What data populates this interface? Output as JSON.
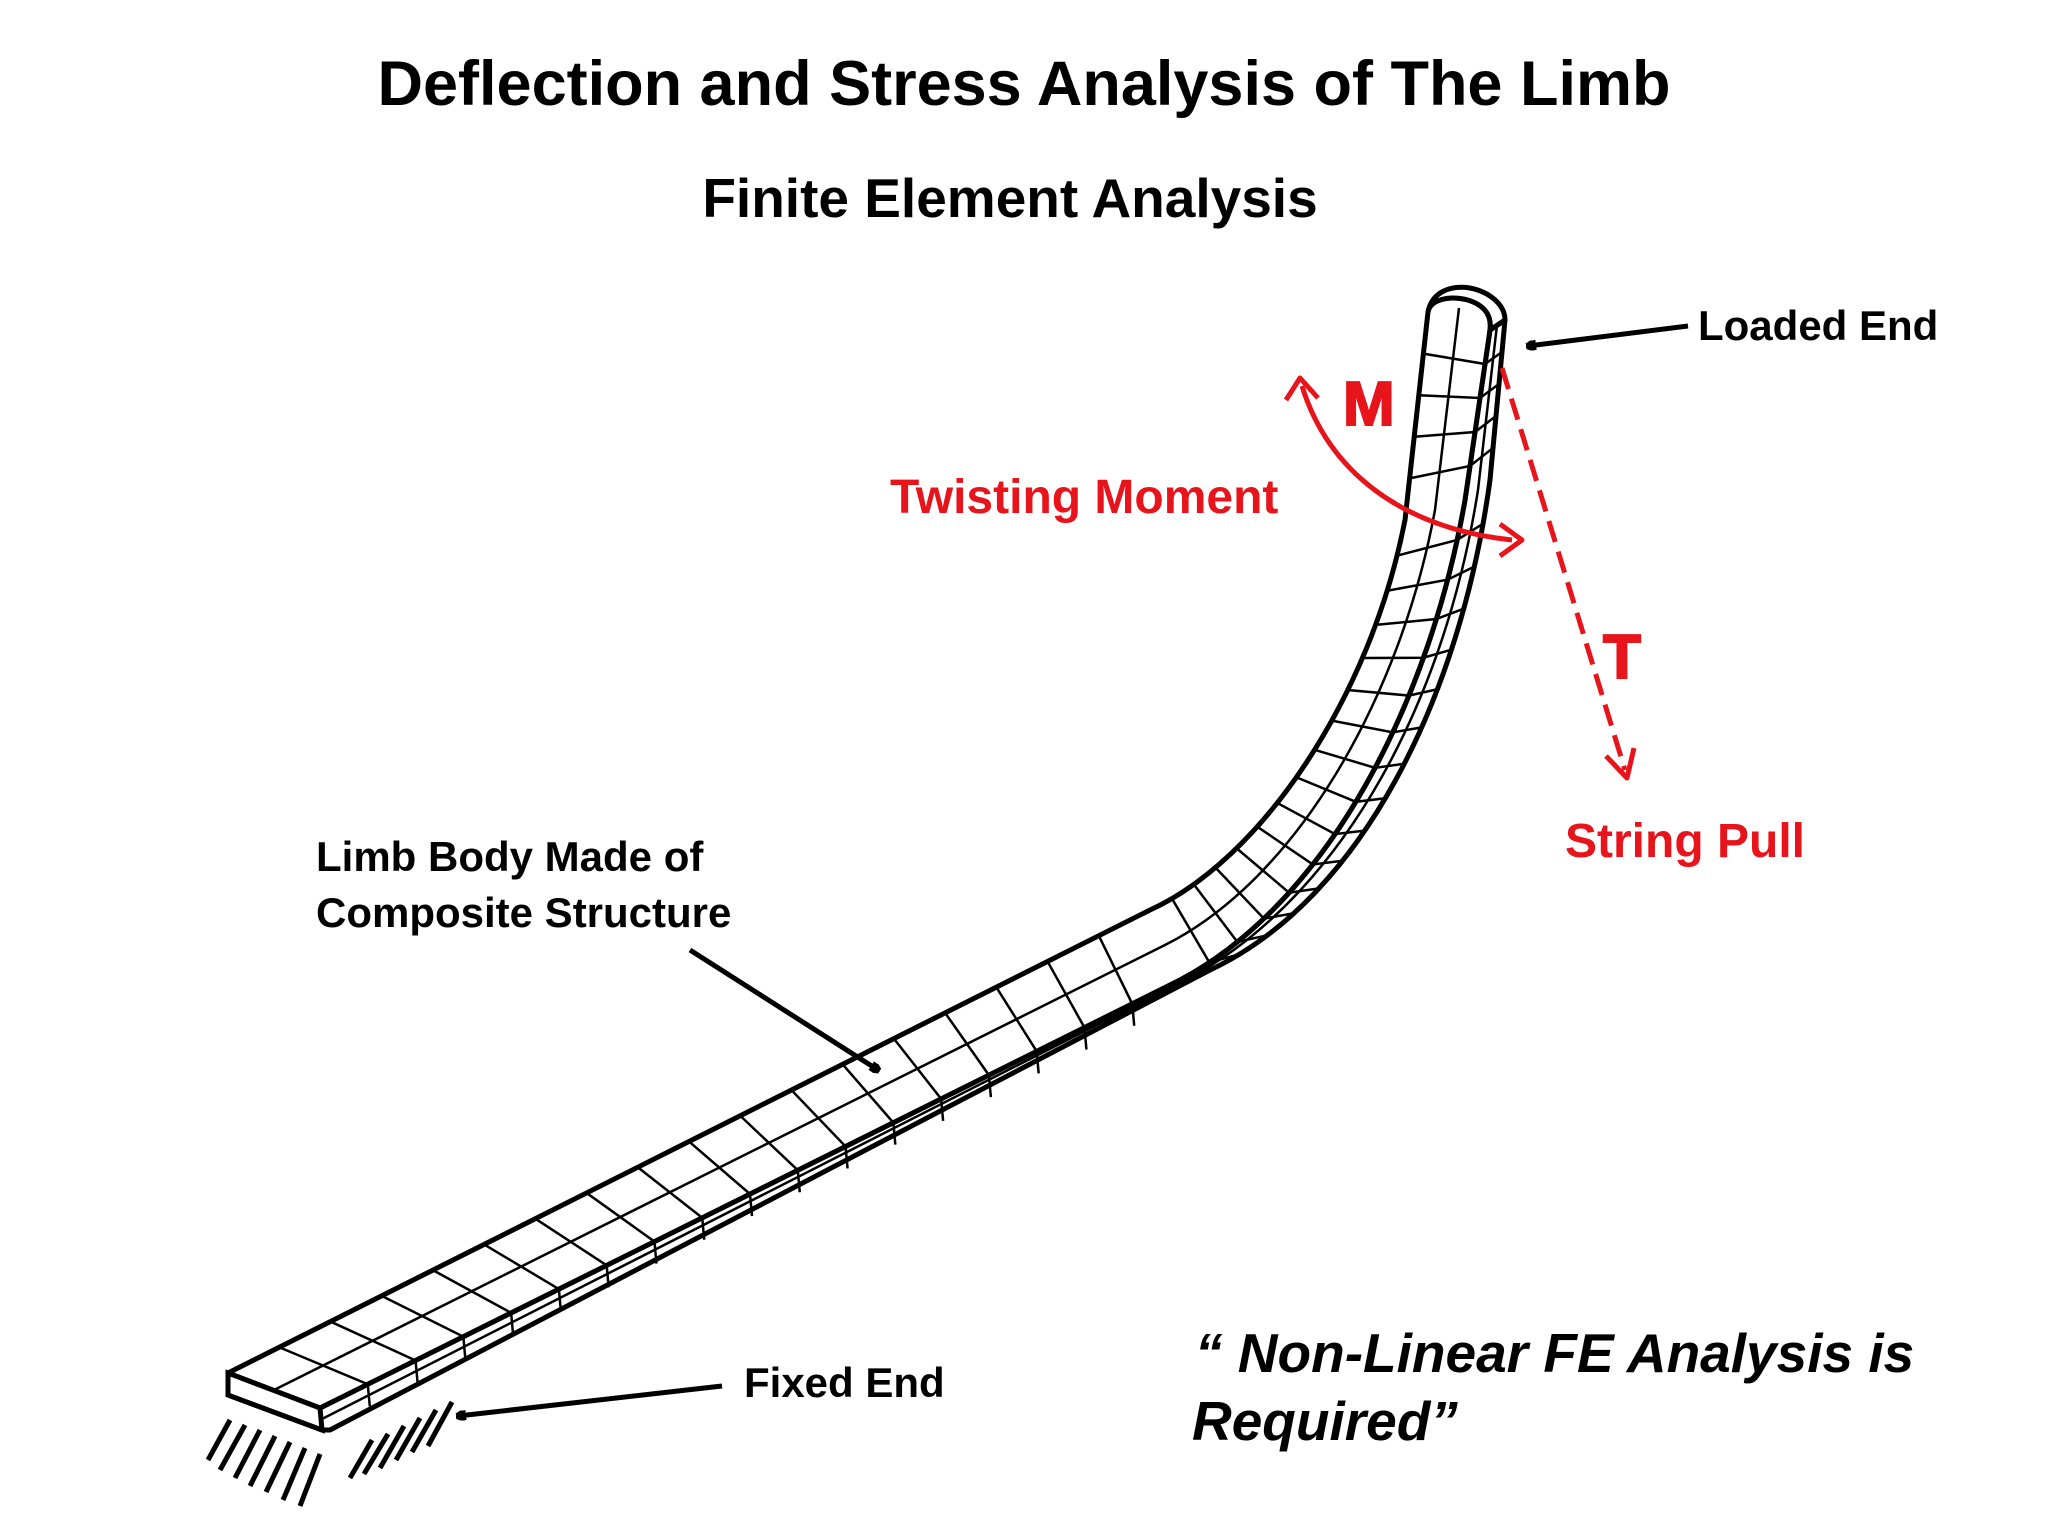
{
  "title": "Deflection and Stress Analysis of The Limb",
  "subtitle": "Finite Element Analysis",
  "labels": {
    "loaded_end": "Loaded End",
    "moment_symbol": "M",
    "twisting_moment": "Twisting Moment",
    "tension_symbol": "T",
    "string_pull": "String Pull",
    "limb_body_line1": "Limb Body Made of",
    "limb_body_line2": "Composite Structure",
    "fixed_end": "Fixed End",
    "note_line1": "“ Non-Linear FE Analysis is",
    "note_line2": "Required”"
  },
  "colors": {
    "ink": "#000000",
    "load": "#e8141c"
  }
}
